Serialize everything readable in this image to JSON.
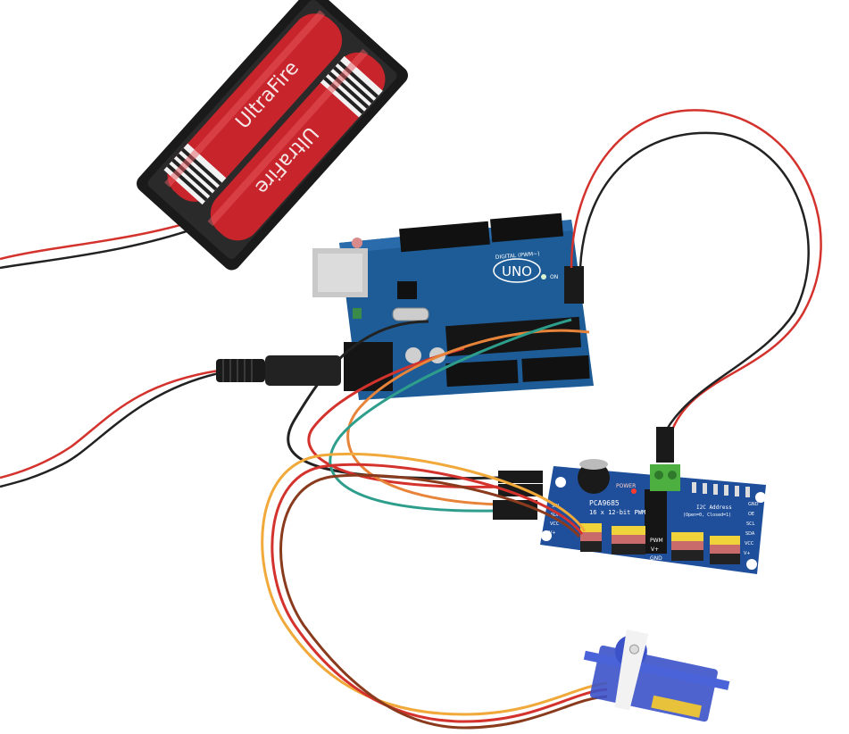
{
  "battery_pack": {
    "battery_1_brand": "UltraFire",
    "battery_2_brand": "UltraFire"
  },
  "arduino": {
    "logo": "UNO",
    "digital_label": "DIGITAL (PWM~)",
    "on_label": "ON"
  },
  "servo_driver": {
    "chip_label": "PCA9685",
    "subtitle": "16 x 12-bit PWM",
    "power_label": "POWER",
    "address_title": "I2C Address",
    "address_note": "(Open=0, Closed=1)",
    "right_pins": [
      "GND",
      "OE",
      "SCL",
      "SDA",
      "VCC",
      "V+"
    ],
    "left_pins": [
      "SCL",
      "SDA",
      "VCC",
      "V+"
    ],
    "row_labels": [
      "PWM",
      "V+",
      "GND"
    ]
  },
  "colors": {
    "board_blue": "#1f4f9a",
    "arduino_blue": "#1d5c96",
    "battery_red": "#c8242b",
    "wire_red": "#d4322c",
    "wire_black": "#222222",
    "wire_orange": "#e8843a",
    "wire_teal": "#2e9e8c",
    "wire_yellow": "#f0a93a",
    "wire_brown": "#8a3b1d",
    "servo_blue": "#3b52c8",
    "terminal_green": "#4caf3f"
  }
}
